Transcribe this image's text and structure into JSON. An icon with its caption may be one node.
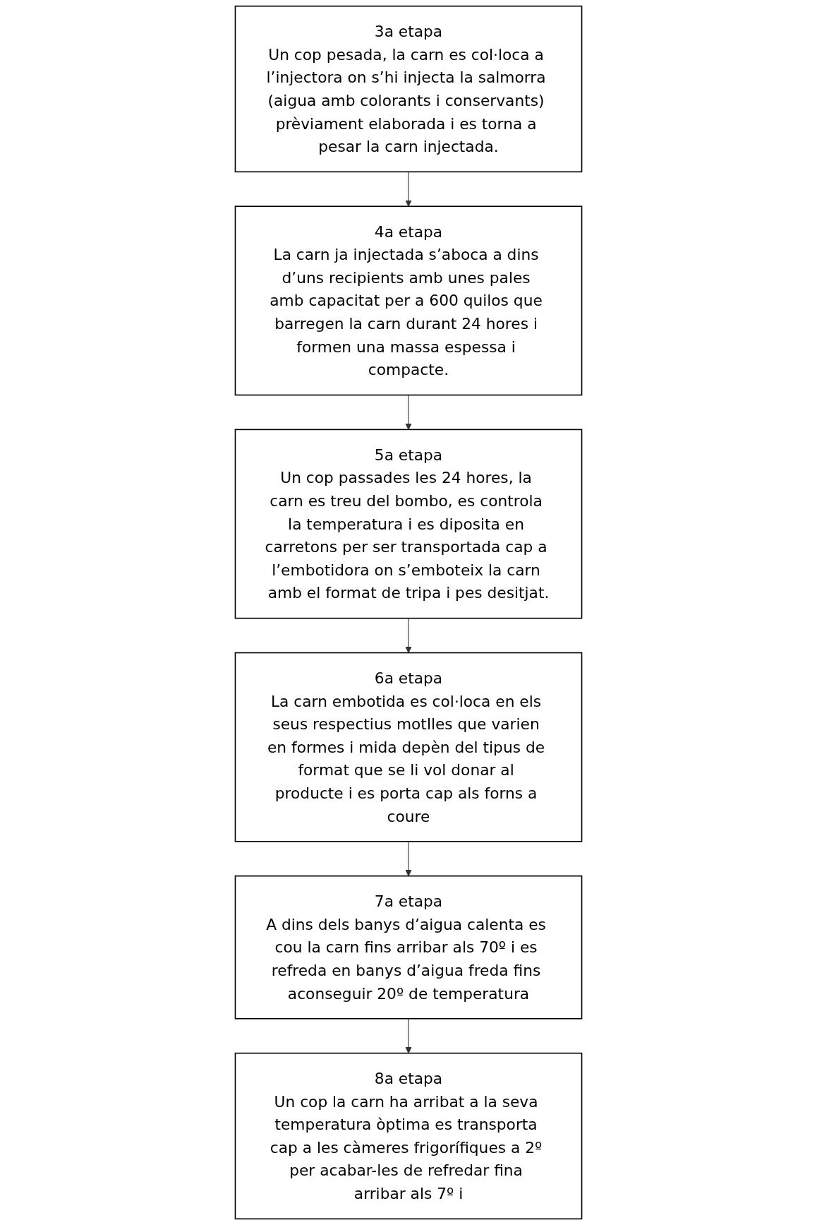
{
  "diagram": {
    "nodes": [
      {
        "text": [
          "3a etapa",
          "Un cop pesada, la carn es col·loca a l’injectora on s’hi injecta la salmorra (aigua amb colorants i conservants) prèviament elaborada i es torna a pesar la carn injectada."
        ]
      },
      {
        "text": [
          "4a etapa",
          "La carn ja injectada s’aboca a dins d’uns recipients amb unes pales amb capacitat per a 600 quilos que barregen la carn durant 24 hores i formen una massa espessa i compacte."
        ]
      },
      {
        "text": [
          "5a etapa",
          "Un cop passades les 24 hores, la carn es treu del bombo, es controla la temperatura i es diposita en carretons per ser transportada cap a l’embotidora on s’emboteix la carn amb el format de tripa i pes desitjat."
        ]
      },
      {
        "text": [
          "6a etapa",
          "La carn embotida es col·loca en els seus respectius motlles que varien en formes i mida depèn del tipus de format que se li vol donar al producte i es porta cap als forns a coure"
        ]
      },
      {
        "text": [
          "7a etapa",
          "A dins dels banys d’aigua calenta es cou la carn fins arribar als 70º i es refreda en banys d’aigua freda fins aconseguir 20º de temperatura"
        ]
      },
      {
        "text": [
          "8a etapa",
          "Un cop la carn ha arribat a la seva temperatura òptima es transporta cap a les càmeres frigorífiques a 2º per acabar-les de refredar fina arribar als 7º i"
        ]
      }
    ],
    "edges": [
      {
        "from": 0,
        "to": 1,
        "arrow": "to"
      },
      {
        "from": 1,
        "to": 2,
        "arrow": "to"
      },
      {
        "from": 2,
        "to": 3,
        "arrow": "to"
      },
      {
        "from": 3,
        "to": 4,
        "arrow": "to"
      },
      {
        "from": 4,
        "to": 5,
        "arrow": "to"
      }
    ]
  }
}
